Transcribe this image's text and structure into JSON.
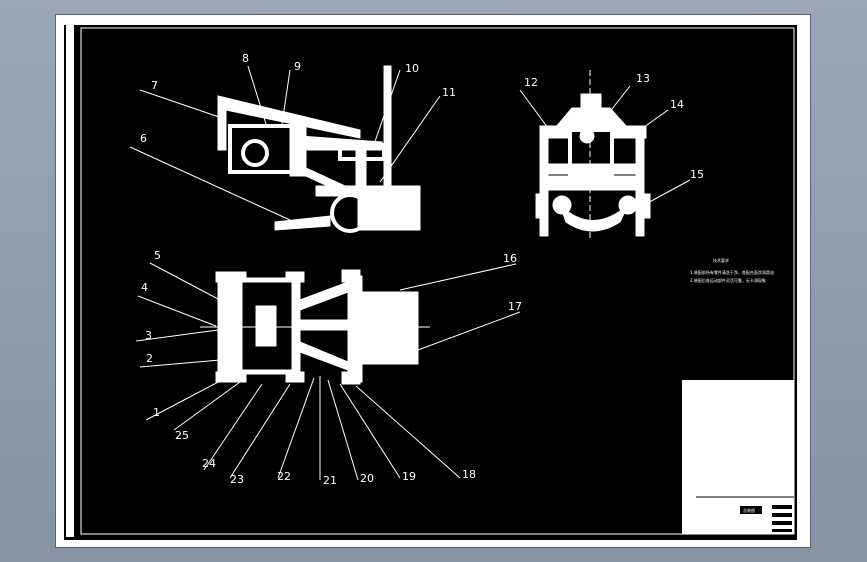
{
  "drawing": {
    "part_labels": [
      "1",
      "2",
      "3",
      "4",
      "5",
      "6",
      "7",
      "8",
      "9",
      "10",
      "11",
      "12",
      "13",
      "14",
      "15",
      "16",
      "17",
      "18",
      "19",
      "20",
      "21",
      "22",
      "23",
      "24",
      "25"
    ],
    "notes": {
      "title": "技术要求",
      "line1": "1.装配前所有零件清洗干净，各配合面涂润滑油",
      "line2": "2.装配后各运动部件灵活可靠，无卡滞现象"
    },
    "title_block": {
      "name": "总装图"
    }
  },
  "colors": {
    "sheet": "#ffffff",
    "canvas": "#000000",
    "lines": "#ffffff",
    "window_bg": "#8e9bad"
  }
}
